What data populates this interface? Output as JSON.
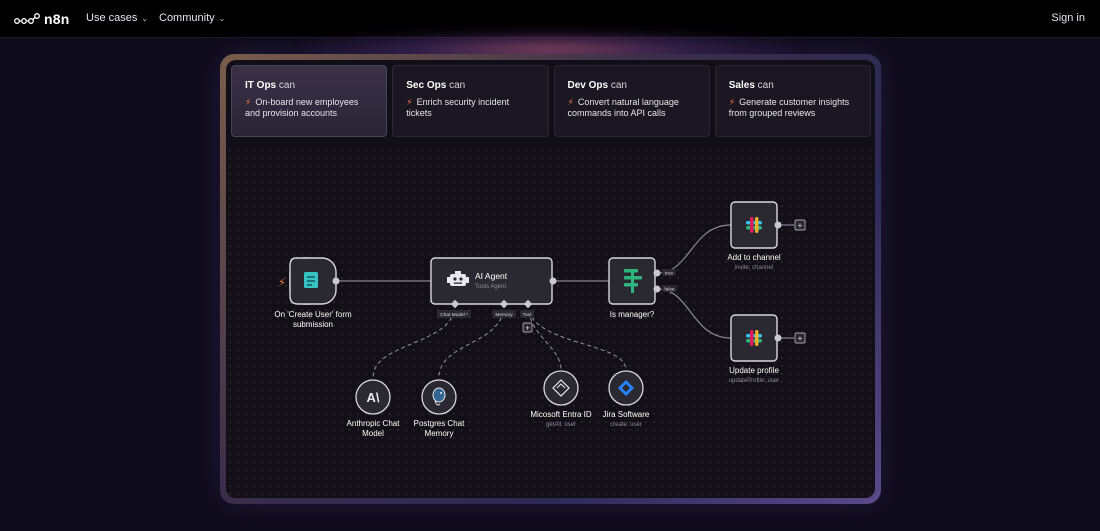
{
  "nav": {
    "brand": "n8n",
    "use_cases": "Use cases",
    "community": "Community",
    "sign_in": "Sign in"
  },
  "tabs": [
    {
      "team": "IT Ops",
      "can": "can",
      "desc_line1": "On-board new employees",
      "desc_line2": "and provision accounts",
      "active": true
    },
    {
      "team": "Sec Ops",
      "can": "can",
      "desc_line1": "Enrich security incident",
      "desc_line2": "tickets",
      "active": false
    },
    {
      "team": "Dev Ops",
      "can": "can",
      "desc_line1": "Convert natural language",
      "desc_line2": "commands into API calls",
      "active": false
    },
    {
      "team": "Sales",
      "can": "can",
      "desc_line1": "Generate customer insights",
      "desc_line2": "from grouped reviews",
      "active": false
    }
  ],
  "workflow": {
    "trigger": {
      "line1": "On 'Create User' form",
      "line2": "submission"
    },
    "agent": {
      "title": "AI Agent",
      "subtitle": "Tools Agent",
      "port_chat": "Chat Model *",
      "port_memory": "Memory",
      "port_tool": "Tool"
    },
    "if_node": {
      "label": "Is manager?",
      "true_label": "true",
      "false_label": "false"
    },
    "slack_top": {
      "label": "Add to channel",
      "sublabel": "invite: channel"
    },
    "slack_bottom": {
      "label": "Update profile",
      "sublabel": "updateProfile: user"
    },
    "anthropic": {
      "line1": "Anthropic Chat",
      "line2": "Model"
    },
    "postgres": {
      "line1": "Postgres Chat",
      "line2": "Memory"
    },
    "entra": {
      "label": "Micosoft Entra ID",
      "sublabel": "getAll: user"
    },
    "jira": {
      "label": "Jira Software",
      "sublabel": "create: user"
    }
  },
  "colors": {
    "accent_bolt": "#ff7a3a",
    "slack_green": "#2eb67d",
    "jira_blue": "#2684ff",
    "form_teal": "#35c3c3"
  }
}
